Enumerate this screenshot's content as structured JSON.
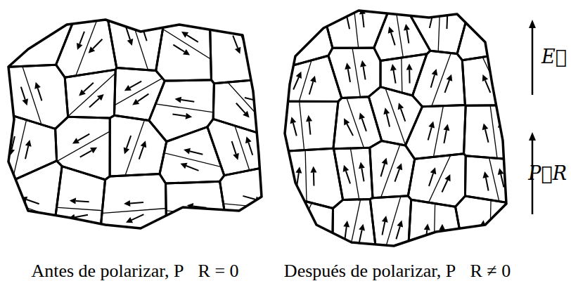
{
  "diagram": {
    "labels": [
      "E⃗",
      "P⃗R",
      "Antes de polarizar, P⃗R = 0",
      "Después de polarizar, P⃗R ≠ 0"
    ]
  }
}
